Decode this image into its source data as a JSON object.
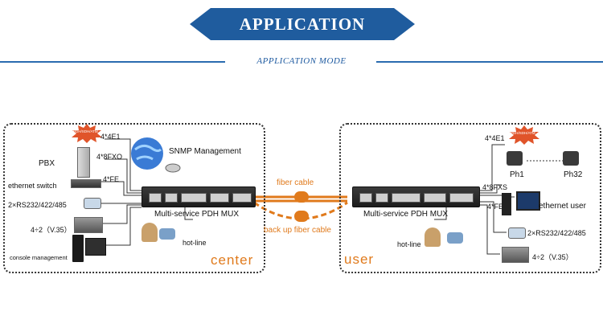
{
  "header": {
    "title": "APPLICATION",
    "subtitle": "APPLICATION MODE"
  },
  "colors": {
    "banner": "#1f5c9e",
    "rule": "#2a6cb0",
    "link": "#e07a1c",
    "burst": "#e0542a"
  },
  "center": {
    "zone_label": "center",
    "mux_label": "Multi-service PDH MUX",
    "snmp_label": "SNMP Management",
    "pbx_label": "PBX",
    "switch_label": "ethernet switch",
    "serial_label": "2×RS232/422/485",
    "v35_label": "4÷2（V.35）",
    "console_label": "console management",
    "hotline_label": "hot-line",
    "iface_e1": "4*4E1",
    "iface_fxo": "4*8FXO",
    "iface_fe": "4*FE",
    "burst_text": "PDH/SDH/ATM"
  },
  "links": {
    "fiber": "fiber cable",
    "backup": "back up fiber cable"
  },
  "user": {
    "zone_label": "user",
    "mux_label": "Multi-service PDH MUX",
    "phone1_label": "Ph1",
    "phone32_label": "Ph32",
    "ethernet_label": "ethernet user",
    "serial_label": "2×RS232/422/485",
    "v35_label": "4÷2（V.35）",
    "hotline_label": "hot-line",
    "iface_e1": "4*4E1",
    "iface_fxs": "4*8FXS",
    "iface_fe": "4*FE",
    "burst_text": "PDH/SDH/ATM"
  }
}
